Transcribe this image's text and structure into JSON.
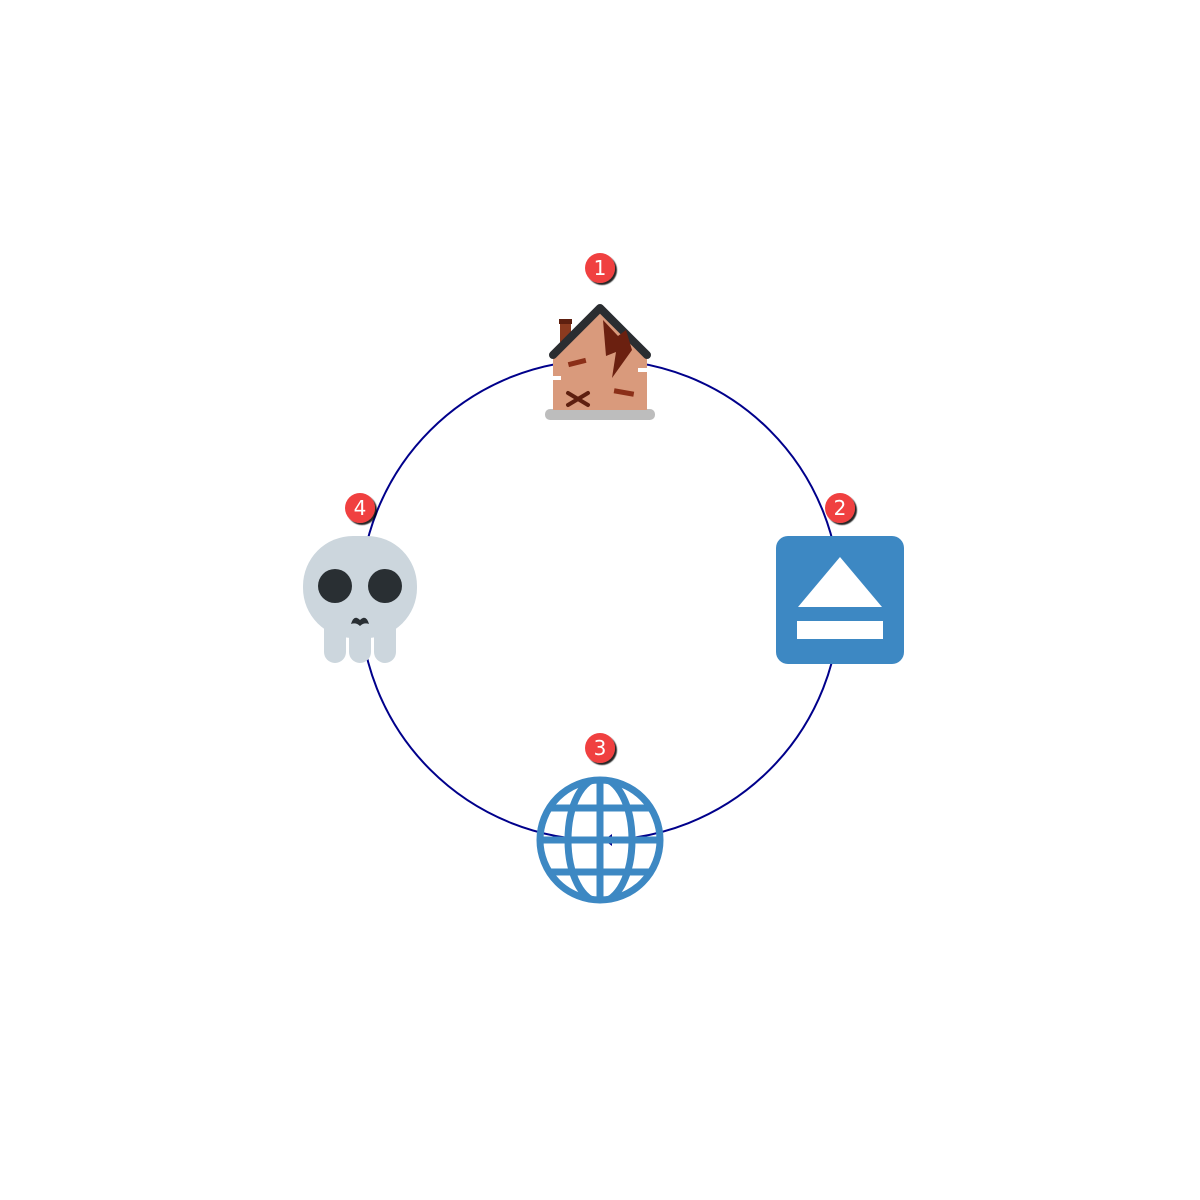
{
  "diagram": {
    "type": "cycle",
    "ring_color": "#00008b",
    "badge_color": "#f04141",
    "nodes": [
      {
        "number": "1",
        "icon": "derelict-house-icon"
      },
      {
        "number": "2",
        "icon": "eject-button-icon"
      },
      {
        "number": "3",
        "icon": "globe-with-meridians-icon"
      },
      {
        "number": "4",
        "icon": "skull-icon"
      }
    ]
  }
}
